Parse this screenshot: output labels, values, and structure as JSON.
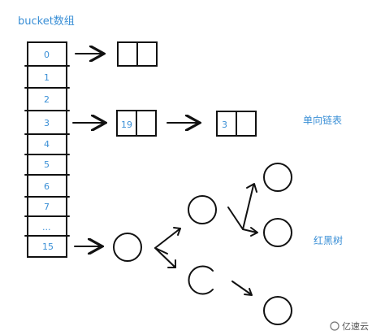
{
  "labels": {
    "bucket_title": "bucket数组",
    "linked_list": "单向链表",
    "red_black_tree": "红黑树"
  },
  "bucket": {
    "cells": [
      "0",
      "1",
      "2",
      "3",
      "4",
      "5",
      "6",
      "7",
      "...",
      "15"
    ]
  },
  "nodes": {
    "node_19": "19",
    "node_3": "3"
  },
  "watermark": {
    "text": "亿速云"
  },
  "colors": {
    "text_blue": "#3a8fd6",
    "line": "#111111"
  }
}
